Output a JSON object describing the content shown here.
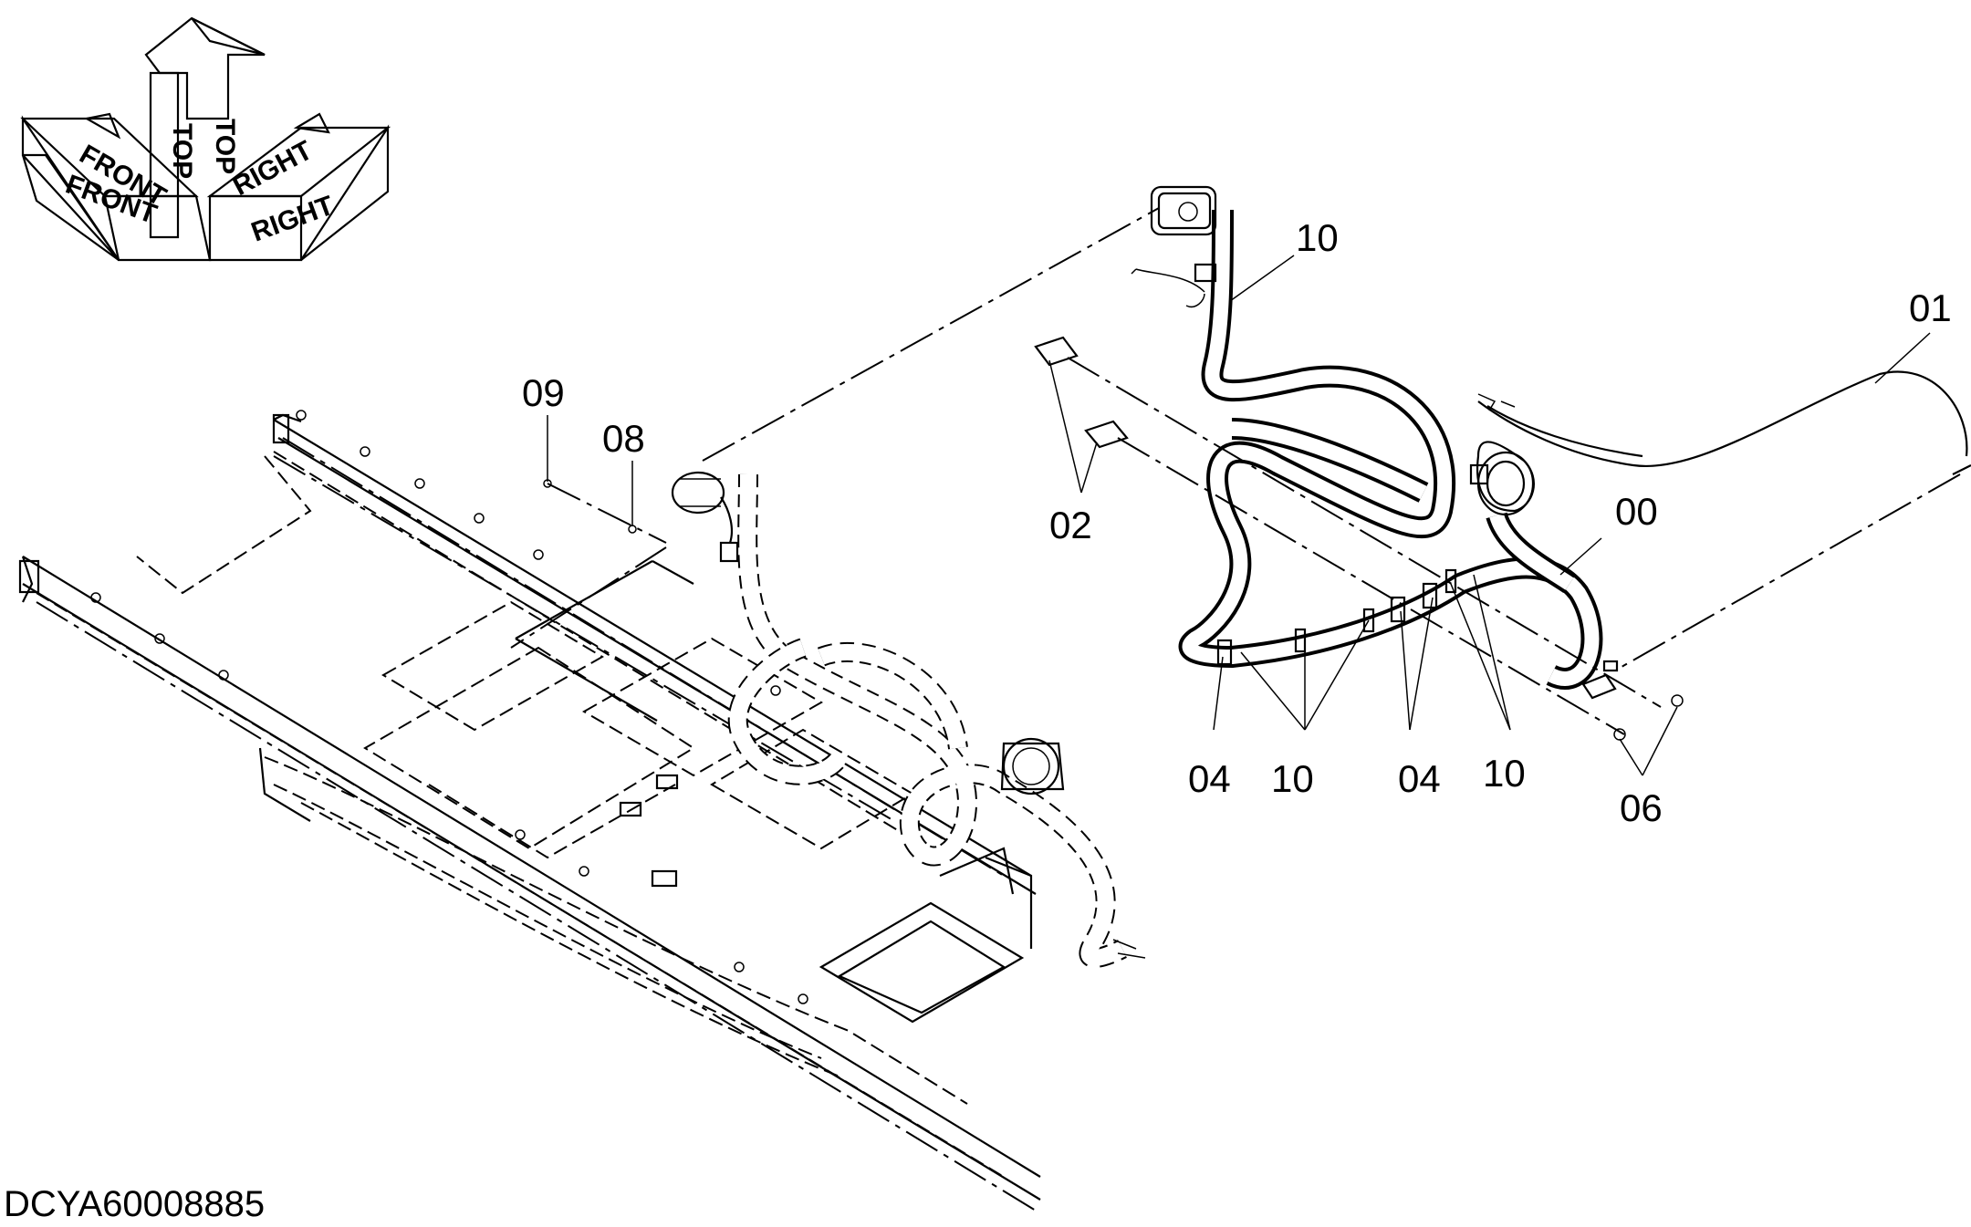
{
  "diagram": {
    "drawing_code": "DCYA60008885",
    "orientation": {
      "top_left_arrow": "TOP",
      "top_right_arrow": "TOP",
      "front_upper": "FRONT",
      "front_lower": "FRONT",
      "right_upper": "RIGHT",
      "right_lower": "RIGHT"
    },
    "callouts": {
      "c00": "00",
      "c01": "01",
      "c02": "02",
      "c04a": "04",
      "c04b": "04",
      "c06": "06",
      "c08": "08",
      "c09": "09",
      "c10_top": "10",
      "c10a": "10",
      "c10b": "10"
    }
  }
}
